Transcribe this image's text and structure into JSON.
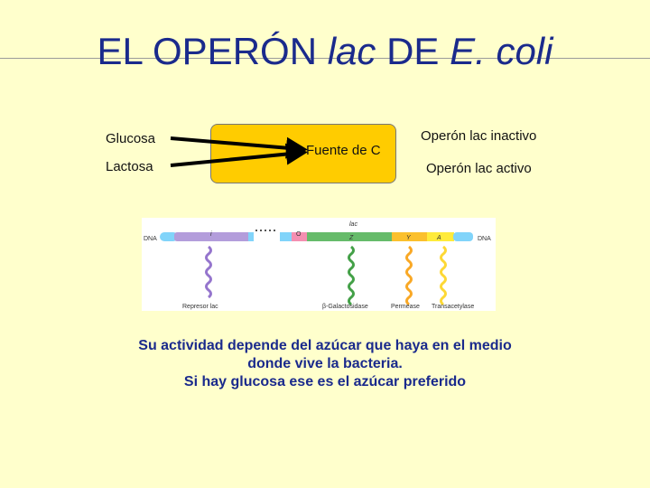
{
  "title": {
    "part1": "EL OPERÓN ",
    "part2": "lac",
    "part3": " DE ",
    "part4": "E. coli"
  },
  "inputs": {
    "glucosa": "Glucosa",
    "lactosa": "Lactosa"
  },
  "box_label": "Fuente de C",
  "outputs": {
    "inactive": "Operón lac inactivo",
    "active": "Operón lac activo"
  },
  "figure": {
    "dna_left": "DNA",
    "dna_right": "DNA",
    "lac": "lac",
    "gene_i": "i",
    "gene_o": "O",
    "gene_z": "Z",
    "gene_y": "Y",
    "gene_a": "A",
    "protein_repressor": "Represor lac",
    "protein_galactosidase": "β-Galactosidase",
    "protein_permease": "Permease",
    "protein_transacetylase": "Transacetylase",
    "colors": {
      "i": "#B39DDB",
      "o": "#F48FB1",
      "z": "#66BB6A",
      "y": "#FBC02D",
      "a": "#FFEB3B",
      "dna": "#81D4FA"
    }
  },
  "body": {
    "line1": "Su actividad depende del azúcar que haya en el medio",
    "line2": "donde vive la bacteria.",
    "line3": "Si hay glucosa ese es el azúcar preferido"
  }
}
